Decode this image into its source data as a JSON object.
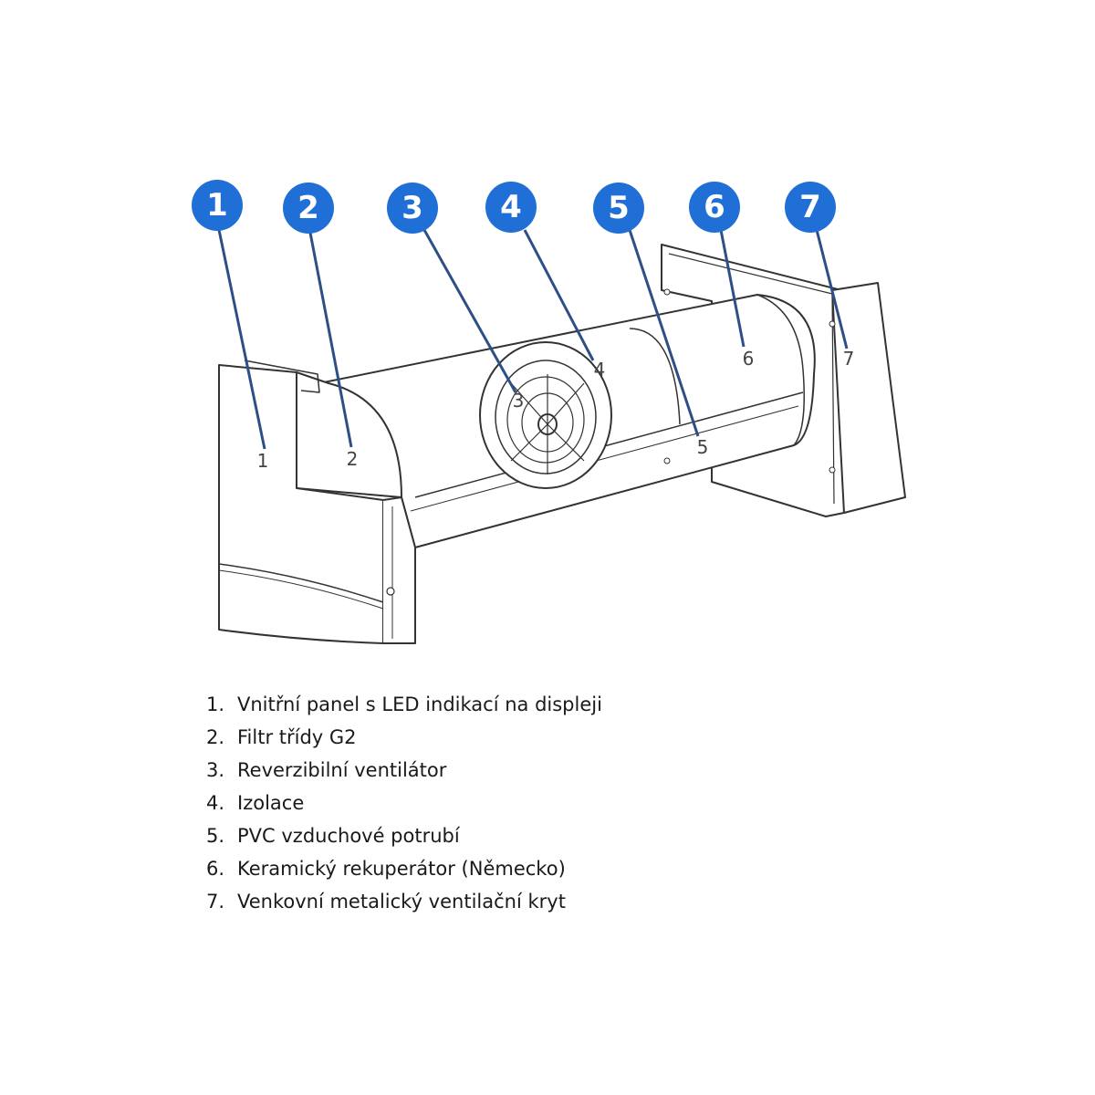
{
  "badge_color": "#1f6fd6",
  "leader_color": "#2d4f86",
  "badges": [
    "1",
    "2",
    "3",
    "4",
    "5",
    "6",
    "7"
  ],
  "device_labels": [
    "1",
    "2",
    "3",
    "4",
    "5",
    "6",
    "7"
  ],
  "legend": [
    {
      "num": "1.",
      "text": "Vnitřní panel s LED indikací na displeji"
    },
    {
      "num": "2.",
      "text": "Filtr třídy G2"
    },
    {
      "num": "3.",
      "text": "Reverzibilní ventilátor"
    },
    {
      "num": "4.",
      "text": "Izolace"
    },
    {
      "num": "5.",
      "text": "PVC vzduchové potrubí"
    },
    {
      "num": "6.",
      "text": "Keramický rekuperátor (Německo)"
    },
    {
      "num": "7.",
      "text": "Venkovní metalický ventilační kryt"
    }
  ]
}
